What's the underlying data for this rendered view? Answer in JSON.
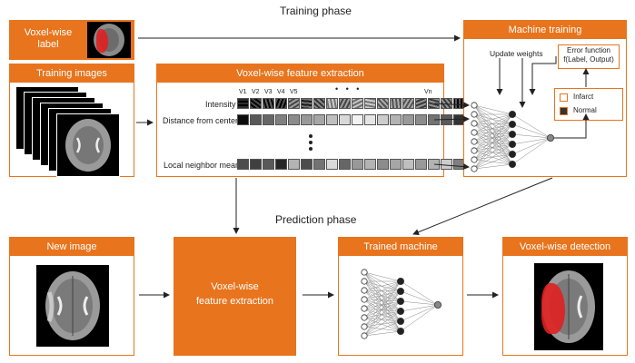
{
  "training_phase_title": "Training phase",
  "prediction_phase_title": "Prediction phase",
  "voxel_label": {
    "line1": "Voxel-wise",
    "line2": "label"
  },
  "training_images": {
    "title": "Training images"
  },
  "feature_extraction": {
    "title": "Voxel-wise feature extraction",
    "rows": [
      "Intensity",
      "Distance from center",
      "Local neighbor mean"
    ],
    "voxel_labels": [
      "V1",
      "V2",
      "V3",
      "V4",
      "V5",
      "Vn"
    ],
    "ellipsis": "• • •"
  },
  "machine_training": {
    "title": "Machine training",
    "update_weights": "Update weights",
    "error_function_line1": "Error function",
    "error_function_line2": "f(Label, Output)",
    "legend": [
      {
        "label": "Infarct",
        "color": "#ffffff"
      },
      {
        "label": "Normal",
        "color": "#333333"
      }
    ]
  },
  "new_image": {
    "title": "New image"
  },
  "extraction_block": {
    "line1": "Voxel-wise",
    "line2": "feature extraction"
  },
  "trained_machine": {
    "title": "Trained machine"
  },
  "detection": {
    "title": "Voxel-wise detection"
  },
  "colors": {
    "accent": "#e8741d",
    "lesion": "#e02020",
    "line": "#222222"
  },
  "feature_tones": {
    "distance": [
      0.05,
      0.35,
      0.4,
      0.5,
      0.55,
      0.6,
      0.65,
      0.75,
      0.85,
      0.95,
      0.9,
      0.8,
      0.7,
      0.6,
      0.55,
      0.45,
      0.35,
      0.2,
      0.1
    ],
    "neighbor": [
      0.3,
      0.25,
      0.35,
      0.15,
      0.7,
      0.3,
      0.45,
      0.85,
      0.4,
      0.6,
      0.7,
      0.55,
      0.65,
      0.75,
      0.6,
      0.7,
      0.8,
      0.5,
      0.2
    ]
  }
}
